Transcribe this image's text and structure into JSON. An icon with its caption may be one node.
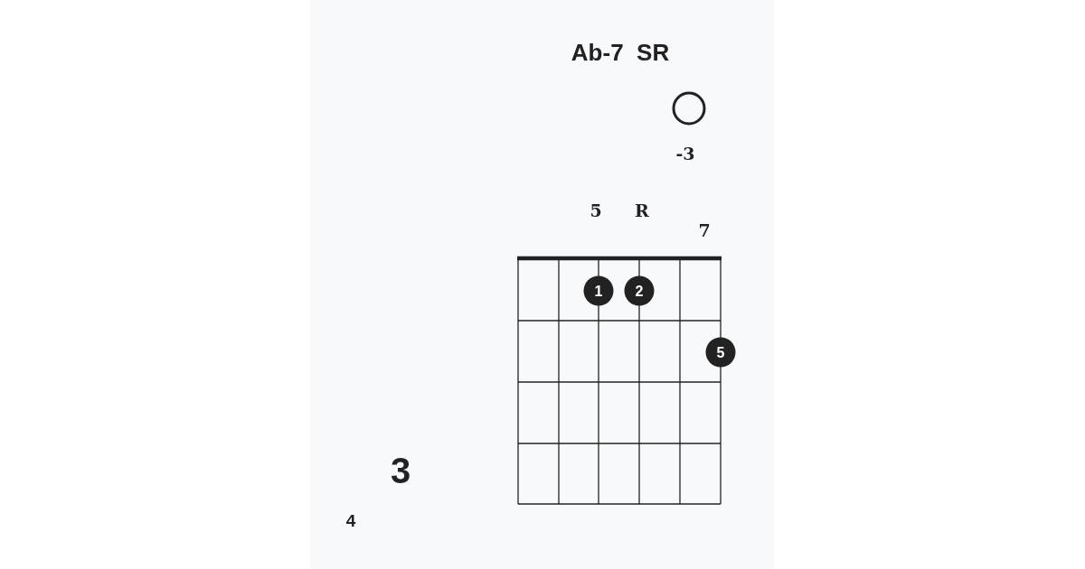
{
  "diagram": {
    "title": "Ab-7  SR",
    "nodes": [
      {
        "text": [],
        "shape": "circle"
      },
      {
        "text": [
          "1"
        ]
      },
      {
        "text": [
          "2"
        ]
      },
      {
        "text": [
          "5"
        ]
      }
    ],
    "labels": [
      "-3",
      "5",
      "R",
      "7",
      "3",
      "4"
    ]
  }
}
